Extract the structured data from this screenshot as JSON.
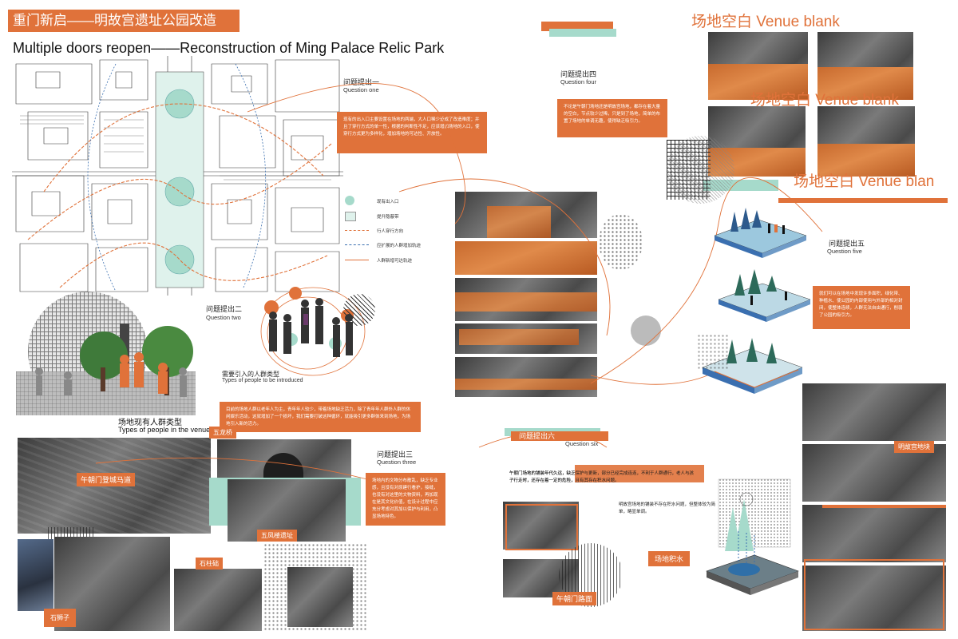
{
  "header": {
    "title_cn": "重门新启——明故宫遗址公园改造",
    "title_en": "Multiple doors reopen——Reconstruction of Ming Palace Relic Park"
  },
  "q1": {
    "label_cn": "问题提出一",
    "label_en": "Question one",
    "text": "现有的出入口主要设置在场地的两端，大人口稀少造成了改造难度；并且了穿行方式的单一性，根据的判断性不足，应该增加场地的入口，使穿行方式更为多样化，增加场地的可达性、开放性。"
  },
  "legend": [
    {
      "label": "现有出入口"
    },
    {
      "label": "提升隐蔽带"
    },
    {
      "label": "行人穿行方向"
    },
    {
      "label": "应扩展的人群增加轨迹"
    },
    {
      "label": "人群新增可达轨迹"
    }
  ],
  "q2": {
    "label_cn": "问题提出二",
    "label_en": "Question two",
    "needs_cn": "需要引入的人群类型",
    "needs_en": "Types of people to be introduced",
    "existing_cn": "场地现有人群类型",
    "existing_en": "Types of people in the venue",
    "text": "目前的场地人群以老年人为主，青年年人较少，带着场地缺乏活力，除了青年年人群外人群的休闲娱乐活动，这就增加了一个损坏，我们需要打破这种循环，就能吸引更多群体来到场地，为场地引入新的活力。"
  },
  "q3": {
    "label_cn": "问题提出三",
    "label_en": "Question three",
    "text": "场地内的文物分布散乱，缺乏专业感，且没有对原建行看护，接缝，也没有对这里的文物资料，再加现在是其文化价值，在设计过程中应充分考虑对其加以保护与利用，凸显场地特色。",
    "tag_wulong": "五龙桥",
    "tag_wumen": "午朝门登城马道",
    "tag_wufeng": "五凤楼遗址",
    "tag_shizhu": "石柱础",
    "tag_shishizi": "石狮子"
  },
  "q4": {
    "label_cn": "问题提出四",
    "label_en": "Question four",
    "text": "不论是午朝门场地还是明故宫场地，都存在着大量的空白，节点较少过稀，只是到了场地，简单的布置了场地的单调无趣，使得缺乏吸引力。"
  },
  "venue_blank": {
    "line1": "场地空白 Venue blank",
    "line2": "场地空白 Venue blank",
    "line3": "场地空白 Venue blan"
  },
  "q5": {
    "label_cn": "问题提出五",
    "label_en": "Question five",
    "text": "就们可以在场地中发现许多面积，绿化带、种植水、使公园的内部使用与外部的相对封闭，使整体连续，人群无法自由通行，削弱了公园的吸引力。"
  },
  "q6": {
    "label_cn": "问题提出六",
    "label_en": "Question six",
    "text1": "午朝门场地的铺装年代久远，缺乏保护与更新，部分已经完成连连，不利于人群通行，老人与孩子行走时，还存在着一定的危险，且有其存在积水问题。",
    "text2": "明故宫场地的铺装不存在积水问题，但整体较为简单，略显单调。",
    "tag_minggugong": "明故宫地块",
    "tag_jishui": "场地积水",
    "tag_lumian": "午朝门路面"
  },
  "colors": {
    "orange": "#e0723a",
    "mint": "#a6dacb"
  }
}
